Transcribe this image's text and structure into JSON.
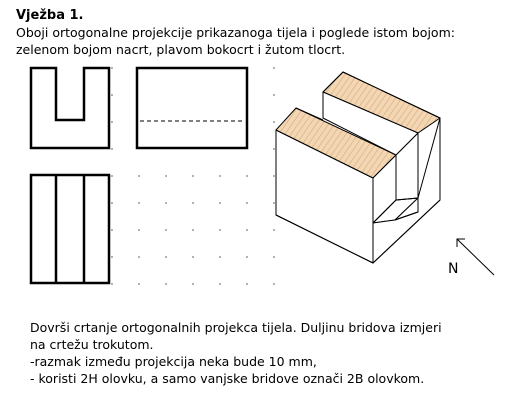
{
  "header": {
    "title": "Vježba 1.",
    "intro_lines": [
      "Oboji ortogonalne projekcije prikazanoga tijela i poglede istom bojom:",
      "zelenom bojom nacrt, plavom bokocrt i žutom tlocrt."
    ]
  },
  "north": {
    "label": "N"
  },
  "instructions": {
    "lines": [
      "Dovrši crtanje ortogonalnih projekca tijela. Duljinu bridova izmjeri",
      "na crtežu trokutom.",
      "-razmak između projekcija neka bude 10 mm,",
      "- koristi 2H olovku, a samo vanjske bridove označi 2B olovkom."
    ]
  },
  "colors": {
    "line": "#000000",
    "dot": "#9a9a9a",
    "wood_fill": "#f3d7b4",
    "wood_grain": "#d8a877"
  }
}
